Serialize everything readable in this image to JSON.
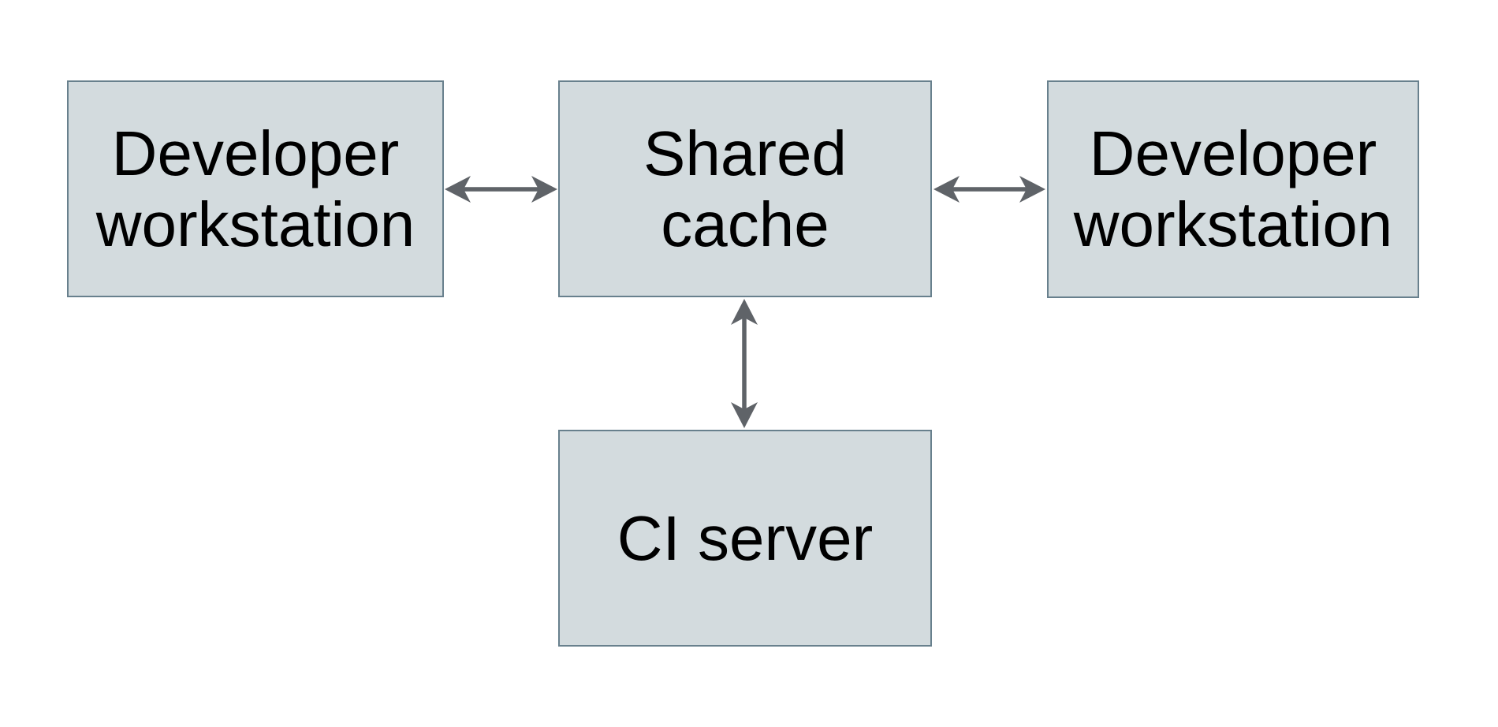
{
  "diagram": {
    "type": "architecture-diagram",
    "background_color": "#ffffff",
    "node_fill_color": "#d3dbde",
    "node_border_color": "#68808d",
    "arrow_color": "#5f6368",
    "text_color": "#000000"
  },
  "nodes": {
    "left_workstation": {
      "lines": [
        "Developer",
        "workstation"
      ]
    },
    "shared_cache": {
      "lines": [
        "Shared",
        "cache"
      ]
    },
    "right_workstation": {
      "lines": [
        "Developer",
        "workstation"
      ]
    },
    "ci_server": {
      "lines": [
        "CI server"
      ]
    }
  },
  "edges": [
    {
      "from": "Developer workstation (left)",
      "to": "Shared cache",
      "style": "double-arrow"
    },
    {
      "from": "Shared cache",
      "to": "Developer workstation (right)",
      "style": "double-arrow"
    },
    {
      "from": "Shared cache",
      "to": "CI server",
      "style": "double-arrow"
    }
  ]
}
